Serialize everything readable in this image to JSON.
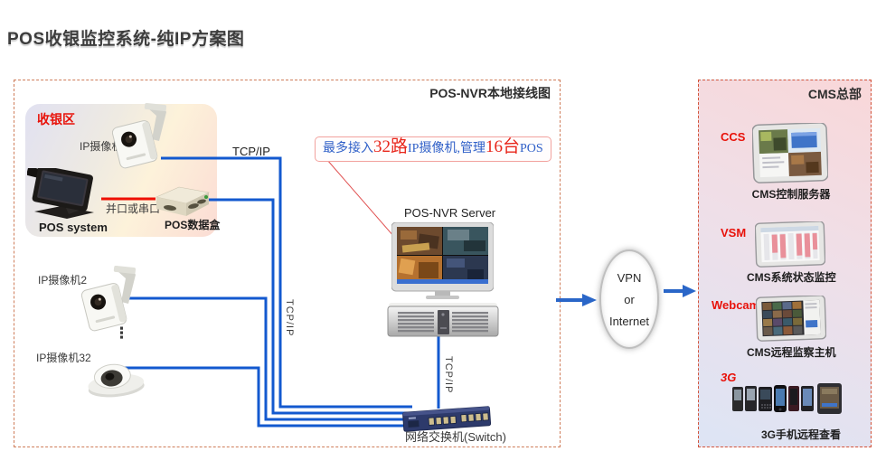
{
  "title": "POS收银监控系统-纯IP方案图",
  "local_panel": {
    "title": "POS-NVR本地接线图",
    "cashier_zone_label": "收银区",
    "camera1_label": "IP摄像机1",
    "pos_system_label": "POS system",
    "databox_label": "POS数据盒",
    "serial_line_label": "并口或串口",
    "tcpip": "TCP/IP",
    "camera2_label": "IP摄像机2",
    "camera32_label": "IP摄像机32",
    "ellipsis": "⋮",
    "annotation": {
      "p1": "最多接入",
      "n1": "32路",
      "p2": "IP摄像机,管理",
      "n2": "16台",
      "p3": "POS"
    },
    "server_label": "POS-NVR Server",
    "switch_label": "网络交换机(Switch)"
  },
  "cloud": {
    "l1": "VPN",
    "l2": "or",
    "l3": "Internet"
  },
  "cms_panel": {
    "title": "CMS总部",
    "items": [
      {
        "tag": "CCS",
        "caption": "CMS控制服务器"
      },
      {
        "tag": "VSM",
        "caption": "CMS系统状态监控"
      },
      {
        "tag": "Webcam",
        "caption": "CMS远程监察主机"
      },
      {
        "tag": "3G",
        "caption": "3G手机远程查看"
      }
    ]
  },
  "colors": {
    "cable_blue": "#1359cf",
    "cable_red": "#ee0f00",
    "accent_red": "#e8120a",
    "annotation_blue": "#3060c8",
    "local_border": "#cf7d5a",
    "cms_border": "#d2543a"
  }
}
